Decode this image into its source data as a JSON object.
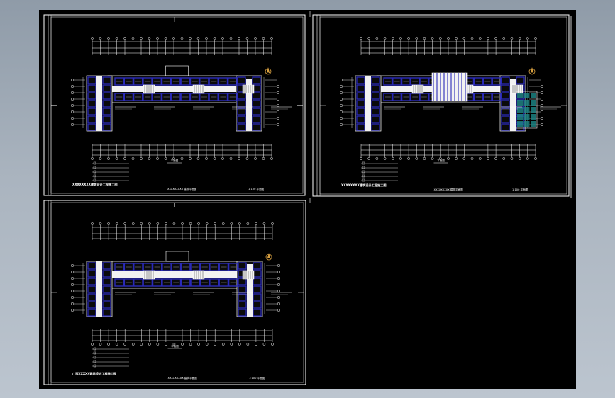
{
  "drawing": {
    "background": "#000000",
    "frame_color": "#ffffff",
    "room_color": "#2a2ab8",
    "highlight_color": "#1e8a8a",
    "north_color": "#d8a040",
    "sheets": [
      {
        "id": "sheet-1",
        "project_title": "XXXXXXXX建筑设计工程施工图",
        "sheet_title": "XXXXXXXXX 建筑平面图",
        "scale_note": "1:100 平面图",
        "caption": "平面图"
      },
      {
        "id": "sheet-2",
        "project_title": "XXXXXXXX建筑设计工程施工图",
        "sheet_title": "XXXXXXXXX 建筑平面图",
        "scale_note": "1:100 平面图",
        "caption": "平面图"
      },
      {
        "id": "sheet-3",
        "project_title": "广西XXXXX建筑设计工程施工图",
        "sheet_title": "XXXXXXXXX 建筑平面图",
        "scale_note": "1:100 平面图",
        "caption": "平面图"
      }
    ]
  }
}
